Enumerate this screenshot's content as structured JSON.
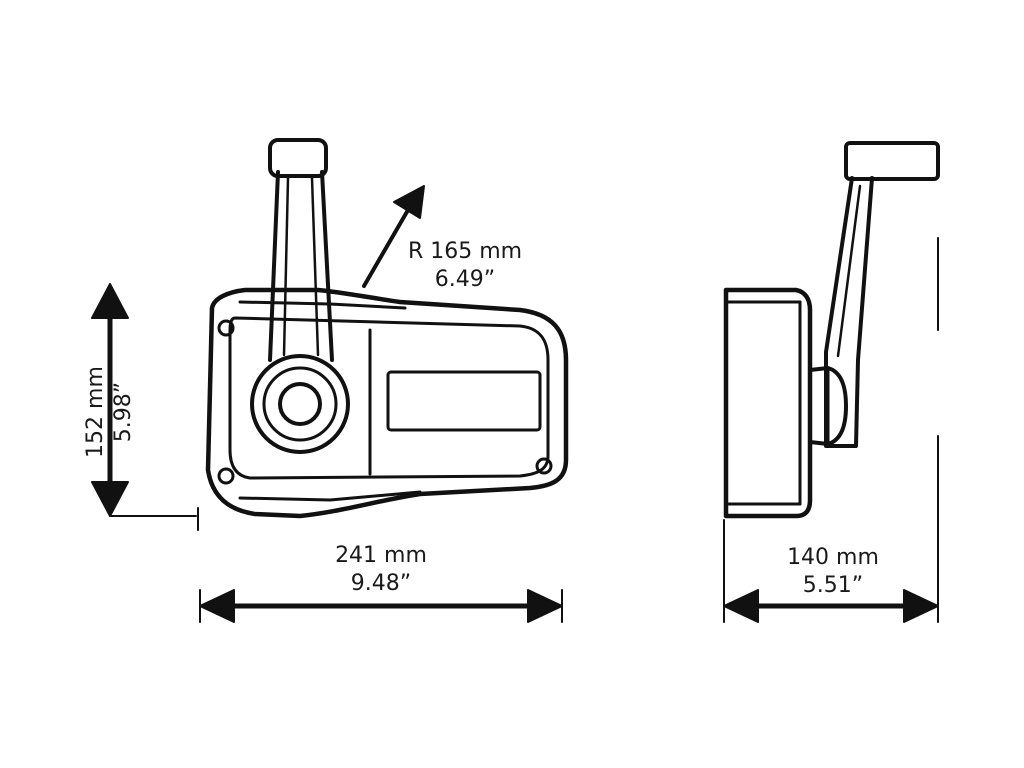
{
  "colors": {
    "ink": "#111111",
    "background": "#ffffff"
  },
  "dimensions": {
    "radius": {
      "metric": "R 165 mm",
      "imperial": "6.49”"
    },
    "height": {
      "metric": "152 mm",
      "imperial": "5.98”"
    },
    "front_width": {
      "metric": "241 mm",
      "imperial": "9.48”"
    },
    "side_width": {
      "metric": "140 mm",
      "imperial": "5.51”"
    }
  }
}
